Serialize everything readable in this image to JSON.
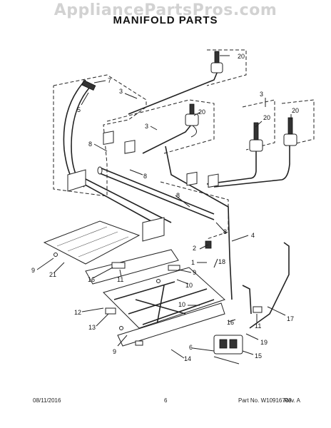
{
  "header": {
    "watermark": "AppliancePartsPros.com",
    "title": "MANIFOLD PARTS"
  },
  "footer": {
    "date": "08/11/2016",
    "page_number": "6",
    "part_no": "Part No. W10916703",
    "rev": "Rev. A"
  },
  "callouts": [
    "20",
    "7",
    "3",
    "5",
    "20",
    "3",
    "20",
    "20",
    "3",
    "8",
    "8",
    "8",
    "8",
    "4",
    "2",
    "1",
    "18",
    "9",
    "21",
    "16",
    "11",
    "9",
    "10",
    "12",
    "13",
    "10",
    "16",
    "11",
    "17",
    "9",
    "19",
    "6",
    "14",
    "15"
  ]
}
